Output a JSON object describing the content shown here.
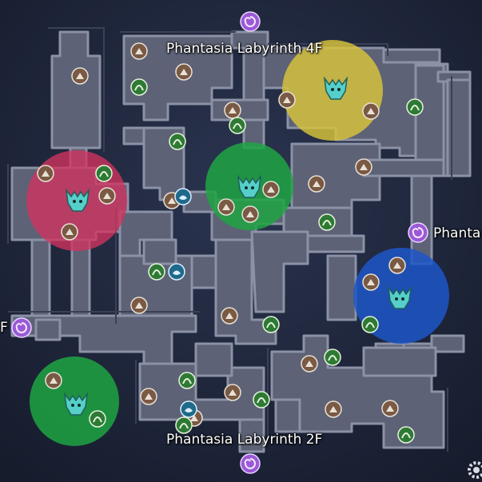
{
  "map": {
    "labels": {
      "north": "Phantasia Labyrinth 4F",
      "south": "Phantasia Labyrinth 2F",
      "east": "Phanta",
      "west": "F"
    },
    "colors": {
      "background": "#1b2338",
      "floor": "#5d6276",
      "wall": "#8b92a6",
      "zone_yellow": "#d9c43a",
      "zone_magenta": "#d2335f",
      "zone_green": "#1fa443",
      "zone_blue": "#1d56c8",
      "portal": "#9b59d6",
      "gather_brown": "#7a5a44",
      "gather_green": "#2e7a35",
      "gather_teal": "#1f6a8a",
      "boss_icon": "#56cfc9"
    },
    "markers": {
      "boss_zones": [
        "yellow",
        "magenta",
        "green",
        "green",
        "blue"
      ],
      "portal_count": 4,
      "gather_icon": "mining-node-icon",
      "herb_icon": "herb-node-icon",
      "boss_icon": "monster-head-icon",
      "portal_icon": "swirl-portal-icon",
      "settings_icon": "gear-icon"
    }
  }
}
